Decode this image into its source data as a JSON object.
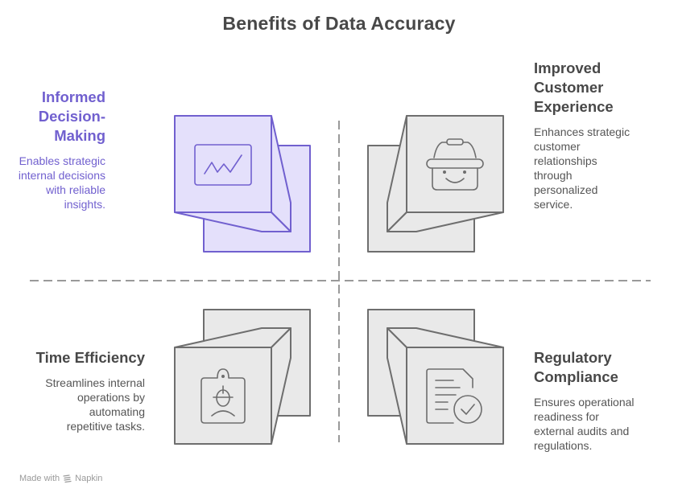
{
  "title": "Benefits of Data Accuracy",
  "colors": {
    "accent": "#7160cf",
    "accent_fill": "#e4e0fb",
    "neutral_stroke": "#6e6e6e",
    "neutral_fill": "#e9e9e9",
    "divider": "#9a9a9a",
    "heading_text": "#484848"
  },
  "quadrants": [
    {
      "id": "informed-decision-making",
      "title": "Informed Decision-Making",
      "title_lines": [
        "Informed",
        "Decision-",
        "Making"
      ],
      "description_lines": [
        "Enables strategic",
        "internal decisions",
        "with reliable",
        "insights."
      ],
      "icon": "line-chart-icon",
      "highlighted": true
    },
    {
      "id": "improved-customer-experience",
      "title": "Improved Customer Experience",
      "title_lines": [
        "Improved",
        "Customer",
        "Experience"
      ],
      "description_lines": [
        "Enhances strategic",
        "customer",
        "relationships",
        "through",
        "personalized",
        "service."
      ],
      "icon": "smiling-basket-icon",
      "highlighted": false
    },
    {
      "id": "time-efficiency",
      "title": "Time Efficiency",
      "title_lines": [
        "Time Efficiency"
      ],
      "description_lines": [
        "Streamlines internal",
        "operations by",
        "automating",
        "repetitive tasks."
      ],
      "icon": "id-badge-icon",
      "highlighted": false
    },
    {
      "id": "regulatory-compliance",
      "title": "Regulatory Compliance",
      "title_lines": [
        "Regulatory",
        "Compliance"
      ],
      "description_lines": [
        "Ensures operational",
        "readiness for",
        "external audits and",
        "regulations."
      ],
      "icon": "document-check-icon",
      "highlighted": false
    }
  ],
  "footer": {
    "made_with": "Made with",
    "brand": "Napkin",
    "brand_icon": "napkin-logo-icon"
  }
}
